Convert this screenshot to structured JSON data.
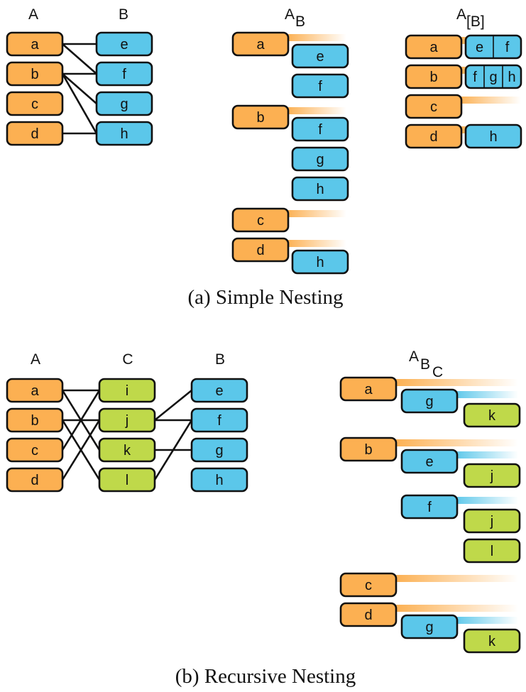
{
  "colors": {
    "a_fill": "#fcb052",
    "b_fill": "#5bc7ea",
    "c_fill": "#bfd94a",
    "stroke": "#111111"
  },
  "panel_a": {
    "caption": "(a)  Simple Nesting",
    "relation": {
      "header_a": "A",
      "header_b": "B",
      "a_items": [
        "a",
        "b",
        "c",
        "d"
      ],
      "b_items": [
        "e",
        "f",
        "g",
        "h"
      ],
      "links": [
        [
          "a",
          "e"
        ],
        [
          "a",
          "f"
        ],
        [
          "b",
          "f"
        ],
        [
          "b",
          "g"
        ],
        [
          "b",
          "h"
        ],
        [
          "d",
          "h"
        ]
      ]
    },
    "nested": {
      "header_base": "A",
      "header_sub": "B",
      "groups": [
        {
          "key": "a",
          "children": [
            "e",
            "f"
          ]
        },
        {
          "key": "b",
          "children": [
            "f",
            "g",
            "h"
          ]
        },
        {
          "key": "c",
          "children": []
        },
        {
          "key": "d",
          "children": [
            "h"
          ]
        }
      ]
    },
    "packed": {
      "header_base": "A",
      "header_sub": "[B]",
      "rows": [
        {
          "key": "a",
          "cells": [
            "e",
            "f"
          ]
        },
        {
          "key": "b",
          "cells": [
            "f",
            "g",
            "h"
          ]
        },
        {
          "key": "c",
          "cells": []
        },
        {
          "key": "d",
          "cells": [
            "h"
          ]
        }
      ]
    }
  },
  "panel_b": {
    "caption": "(b)  Recursive Nesting",
    "relation": {
      "header_a": "A",
      "header_c": "C",
      "header_b": "B",
      "a_items": [
        "a",
        "b",
        "c",
        "d"
      ],
      "c_items": [
        "i",
        "j",
        "k",
        "l"
      ],
      "b_items": [
        "e",
        "f",
        "g",
        "h"
      ],
      "links_ac": [
        [
          "a",
          "i"
        ],
        [
          "a",
          "k"
        ],
        [
          "b",
          "j"
        ],
        [
          "b",
          "l"
        ],
        [
          "c",
          "i"
        ],
        [
          "d",
          "j"
        ]
      ],
      "links_cb": [
        [
          "j",
          "e"
        ],
        [
          "j",
          "f"
        ],
        [
          "k",
          "g"
        ],
        [
          "l",
          "f"
        ]
      ]
    },
    "nested": {
      "header_base": "A",
      "header_sub": "B",
      "header_subsub": "C",
      "groups": [
        {
          "key": "a",
          "children": [
            {
              "key": "g",
              "children": [
                "k"
              ]
            }
          ]
        },
        {
          "key": "b",
          "children": [
            {
              "key": "e",
              "children": [
                "j"
              ]
            },
            {
              "key": "f",
              "children": [
                "j",
                "l"
              ]
            }
          ]
        },
        {
          "key": "c",
          "children": []
        },
        {
          "key": "d",
          "children": [
            {
              "key": "g",
              "children": [
                "k"
              ]
            }
          ]
        }
      ]
    }
  }
}
